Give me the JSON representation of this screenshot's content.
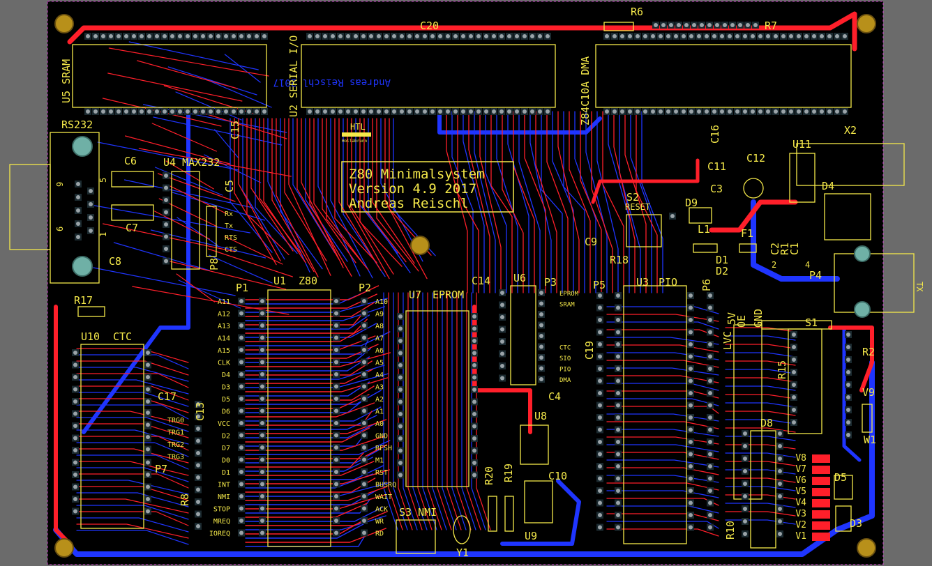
{
  "board": {
    "title_lines": [
      "Z80 Minimalsystem",
      "Version 4.9 2017",
      "Andreas Reischl"
    ],
    "bottom_text": "Andreas Reischl 2017",
    "logo": {
      "name": "HTL",
      "sub": "Hollabrunn"
    }
  },
  "colors": {
    "background": "#6b6b6b",
    "board": "#000000",
    "top_copper": "#ff1f2a",
    "bottom_copper": "#1f35ff",
    "silkscreen": "#f5e94a",
    "pad": "#9aa3a8",
    "mounting_hole": "#b8901a"
  },
  "designators": {
    "U5": "U5 SRAM",
    "U2": "U2 SERIAL I/O",
    "Z84": "Z84C10A DMA",
    "U4": "U4 MAX232",
    "RS232": "RS232",
    "C20": "C20",
    "R6": "R6",
    "R7": "R7",
    "X2": "X2",
    "U11": "U11",
    "D4": "D4",
    "D9": "D9",
    "L1": "L1",
    "F1": "F1",
    "S2": "S2",
    "RESET": "RESET",
    "C9": "C9",
    "R18": "R18",
    "C3": "C3",
    "C11": "C11",
    "C12": "C12",
    "C16": "C16",
    "C15": "C15",
    "C6": "C6",
    "C7": "C7",
    "C8": "C8",
    "C5": "C5",
    "P8": "P8",
    "R17": "R17",
    "U10": "U10",
    "CTC": "CTC",
    "C17": "C17",
    "C13": "C13",
    "P7": "P7",
    "R8": "R8",
    "P1": "P1",
    "U1": "U1",
    "Z80": "Z80",
    "P2": "P2",
    "U7": "U7",
    "EPROM": "EPROM",
    "C14": "C14",
    "U6": "U6",
    "P3": "P3",
    "P5": "P5",
    "U3": "U3",
    "PIO": "PIO",
    "P6": "P6",
    "C19": "C19",
    "C4": "C4",
    "U8": "U8",
    "C10": "C10",
    "U9": "U9",
    "R20": "R20",
    "R19": "R19",
    "S3": "S3 NMI",
    "Y1": "Y1",
    "D1": "D1",
    "D2": "D2",
    "P4": "P4",
    "S1": "S1",
    "R15": "R15",
    "R2": "R2",
    "V9": "V9",
    "W1": "W1",
    "D8": "D8",
    "D5": "D5",
    "D3": "D3",
    "R1": "R1",
    "C2": "C2",
    "C1": "C1",
    "TX": "TX",
    "LVC": "LVC",
    "OE": "OE",
    "GND": "GND",
    "5V": "5V",
    "R10": "R10"
  },
  "serial_pins": [
    "Rx",
    "Tx",
    "RTS",
    "CTS"
  ],
  "p1_pins": [
    "A11",
    "A12",
    "A13",
    "A14",
    "A15",
    "CLK",
    "D4",
    "D3",
    "D5",
    "D6",
    "VCC",
    "D2",
    "D7",
    "D0",
    "D1",
    "INT",
    "NMI",
    "STOP",
    "MREQ",
    "IOREQ"
  ],
  "p2_pins": [
    "A10",
    "A9",
    "A8",
    "A7",
    "A6",
    "A5",
    "A4",
    "A3",
    "A2",
    "A1",
    "A0",
    "GND",
    "RFSH",
    "M1",
    "RST",
    "BUSRQ",
    "WAIT",
    "ACK",
    "WR",
    "RD"
  ],
  "p7_pins": [
    "TRG0",
    "TRG1",
    "TRG2",
    "TRG3"
  ],
  "p3_pins": [
    "EPROM",
    "SRAM",
    "",
    "",
    "",
    "CTC",
    "SIO",
    "PIO",
    "DMA"
  ],
  "led_labels": [
    "V8",
    "V7",
    "V6",
    "V5",
    "V4",
    "V3",
    "V2",
    "V1"
  ],
  "connector_nums": {
    "db9_left": "9",
    "db9_mid": "5",
    "db9_bot": "6",
    "db9_r": "1",
    "p4_a": "2",
    "p4_b": "4"
  }
}
